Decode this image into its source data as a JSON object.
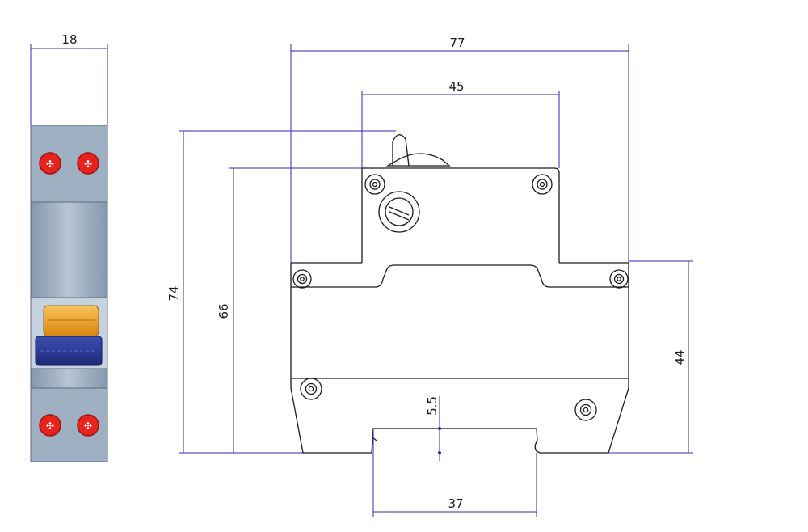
{
  "dimensions": {
    "front_width": "18",
    "overall_width": "77",
    "housing_width": "45",
    "overall_height": "74",
    "body_height": "66",
    "lower_height": "44",
    "rail_depth": "5.5",
    "rail_width": "37"
  },
  "colors": {
    "line": "#1a1a1a",
    "dimension_line": "#2b2bb0",
    "terminal_red": "#e8231d",
    "module_gray": "#a8b8c8",
    "toggle_orange": "#f0a020",
    "toggle_blue": "#2a3a9a"
  }
}
